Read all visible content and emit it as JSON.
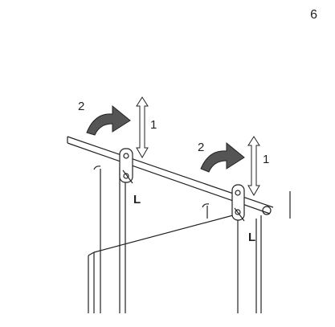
{
  "page_number": "6",
  "labels": {
    "left_rotate": "2",
    "left_lift": "1",
    "left_latch": "L",
    "right_rotate": "2",
    "right_lift": "1",
    "right_latch": "L"
  },
  "colors": {
    "line": "#222222",
    "arrow_fill": "#555555"
  }
}
